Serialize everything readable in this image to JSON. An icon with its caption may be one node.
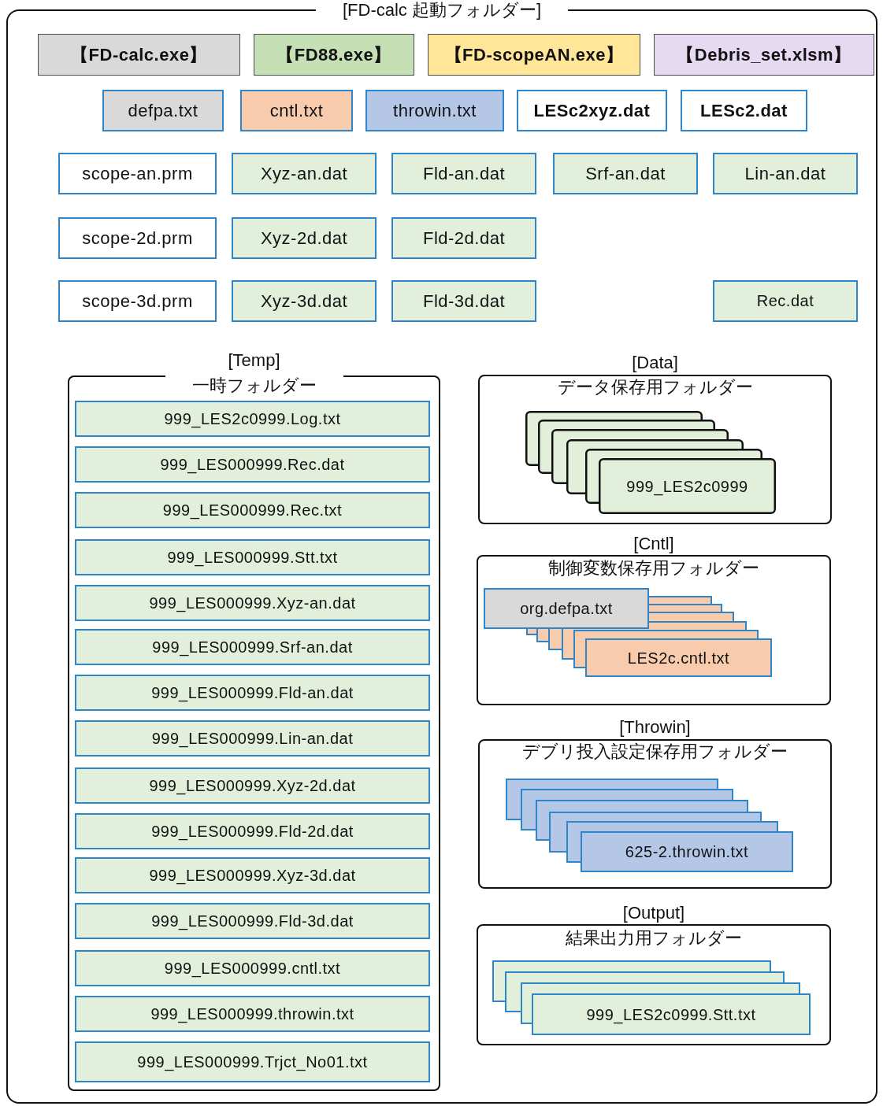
{
  "diagram": {
    "nodes": [
      {
        "text": [
          "[FD-calc 起動フォルダー]"
        ]
      },
      {
        "text": [
          "【FD-calc.exe】"
        ],
        "in": 0
      },
      {
        "text": [
          "【FD88.exe】"
        ],
        "in": 0
      },
      {
        "text": [
          "【FD-scopeAN.exe】"
        ],
        "in": 0
      },
      {
        "text": [
          "【Debris_set.xlsm】"
        ],
        "in": 0
      },
      {
        "text": [
          "defpa.txt"
        ],
        "in": 0
      },
      {
        "text": [
          "cntl.txt"
        ],
        "in": 0
      },
      {
        "text": [
          "throwin.txt"
        ],
        "in": 0
      },
      {
        "text": [
          "LESc2xyz.dat"
        ],
        "in": 0
      },
      {
        "text": [
          "LESc2.dat"
        ],
        "in": 0
      },
      {
        "text": [
          "scope-an.prm"
        ],
        "in": 0
      },
      {
        "text": [
          "Xyz-an.dat"
        ],
        "in": 0
      },
      {
        "text": [
          "Fld-an.dat"
        ],
        "in": 0
      },
      {
        "text": [
          "Srf-an.dat"
        ],
        "in": 0
      },
      {
        "text": [
          "Lin-an.dat"
        ],
        "in": 0
      },
      {
        "text": [
          "scope-2d.prm"
        ],
        "in": 0
      },
      {
        "text": [
          "Xyz-2d.dat"
        ],
        "in": 0
      },
      {
        "text": [
          "Fld-2d.dat"
        ],
        "in": 0
      },
      {
        "text": [
          "scope-3d.prm"
        ],
        "in": 0
      },
      {
        "text": [
          "Xyz-3d.dat"
        ],
        "in": 0
      },
      {
        "text": [
          "Fld-3d.dat"
        ],
        "in": 0
      },
      {
        "text": [
          "Rec.dat"
        ],
        "in": 0
      },
      {
        "text": [
          "[Temp]",
          "一時フォルダー"
        ],
        "in": 0
      },
      {
        "text": [
          "999_LES2c0999.Log.txt"
        ],
        "in": 22
      },
      {
        "text": [
          "999_LES000999.Rec.dat"
        ],
        "in": 22
      },
      {
        "text": [
          "999_LES000999.Rec.txt"
        ],
        "in": 22
      },
      {
        "text": [
          "999_LES000999.Stt.txt"
        ],
        "in": 22
      },
      {
        "text": [
          "999_LES000999.Xyz-an.dat"
        ],
        "in": 22
      },
      {
        "text": [
          "999_LES000999.Srf-an.dat"
        ],
        "in": 22
      },
      {
        "text": [
          "999_LES000999.Fld-an.dat"
        ],
        "in": 22
      },
      {
        "text": [
          "999_LES000999.Lin-an.dat"
        ],
        "in": 22
      },
      {
        "text": [
          "999_LES000999.Xyz-2d.dat"
        ],
        "in": 22
      },
      {
        "text": [
          "999_LES000999.Fld-2d.dat"
        ],
        "in": 22
      },
      {
        "text": [
          "999_LES000999.Xyz-3d.dat"
        ],
        "in": 22
      },
      {
        "text": [
          "999_LES000999.Fld-3d.dat"
        ],
        "in": 22
      },
      {
        "text": [
          "999_LES000999.cntl.txt"
        ],
        "in": 22
      },
      {
        "text": [
          "999_LES000999.throwin.txt"
        ],
        "in": 22
      },
      {
        "text": [
          "999_LES000999.Trjct_No01.txt"
        ],
        "in": 22
      },
      {
        "text": [
          "[Data]",
          "データ保存用フォルダー"
        ],
        "in": 0
      },
      {
        "text": [
          "999_LES2c0999"
        ],
        "in": 38
      },
      {
        "text": [
          "[Cntl]",
          "制御変数保存用フォルダー"
        ],
        "in": 0
      },
      {
        "text": [
          "org.defpa.txt"
        ],
        "in": 40
      },
      {
        "text": [
          "LES2c.cntl.txt"
        ],
        "in": 40
      },
      {
        "text": [
          "[Throwin]",
          "デブリ投入設定保存用フォルダー"
        ],
        "in": 0
      },
      {
        "text": [
          "625-2.throwin.txt"
        ],
        "in": 43
      },
      {
        "text": [
          "[Output]",
          "結果出力用フォルダー"
        ],
        "in": 0
      },
      {
        "text": [
          "999_LES2c0999.Stt.txt"
        ],
        "in": 45
      }
    ]
  }
}
